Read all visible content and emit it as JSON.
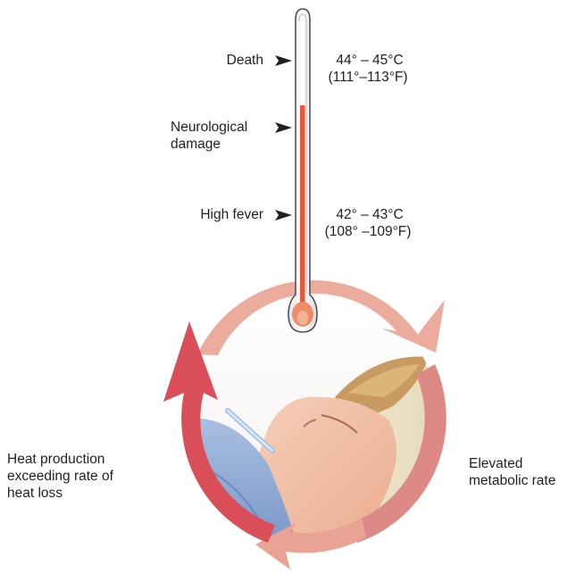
{
  "thermometer": {
    "markers": [
      {
        "label": "Death",
        "temp_c": "44° – 45°C",
        "temp_f": "(111°–113°F)"
      },
      {
        "label_line1": "Neurological",
        "label_line2": "damage"
      },
      {
        "label": "High fever",
        "temp_c": "42° – 43°C",
        "temp_f": "(108° –109°F)"
      }
    ],
    "mercury_color": "#e8583a"
  },
  "cycle": {
    "left_caption": [
      "Heat production",
      "exceeding rate of",
      "heat loss"
    ],
    "right_caption": [
      "Elevated",
      "metabolic rate"
    ],
    "arrow_colors": {
      "dark": "#d94e59",
      "light": "#e9a394"
    }
  }
}
